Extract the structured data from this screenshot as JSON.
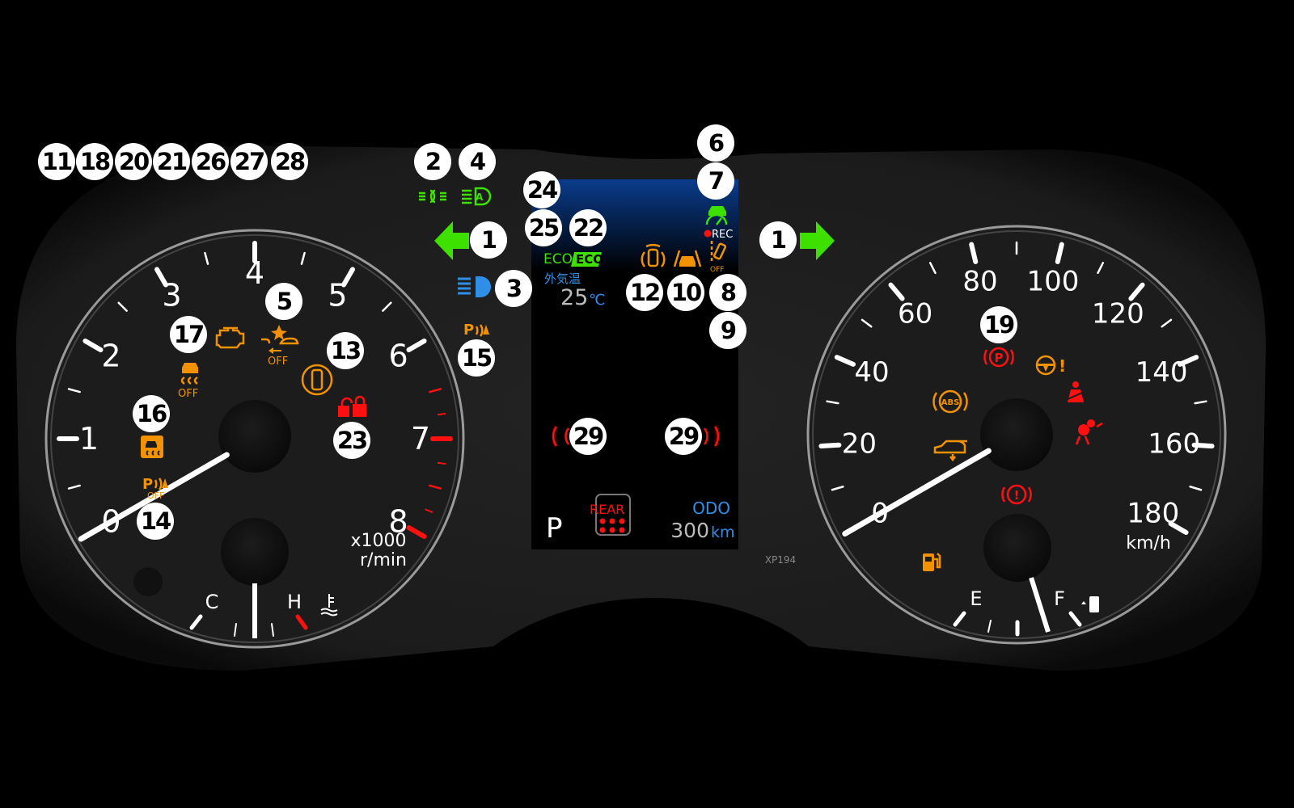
{
  "tachometer": {
    "labels": [
      "0",
      "1",
      "2",
      "3",
      "4",
      "5",
      "6",
      "7",
      "8"
    ],
    "multiplier": "x1000",
    "unit": "r/min",
    "needle_value": 0,
    "redline_start": 6.5
  },
  "speedometer": {
    "labels": [
      "0",
      "20",
      "40",
      "60",
      "80",
      "100",
      "120",
      "140",
      "160",
      "180"
    ],
    "unit": "km/h",
    "needle_value": 0
  },
  "temp_gauge": {
    "cold": "C",
    "hot": "H"
  },
  "fuel_gauge": {
    "empty": "E",
    "full": "F"
  },
  "display": {
    "eco_text": "ECO",
    "eco_badge": "ECO",
    "outside_temp_label": "外気温",
    "outside_temp_value": "25",
    "temp_unit": "℃",
    "rec": "REC",
    "shift": "P",
    "rear": "REAR",
    "odo_label": "ODO",
    "odo_value": "300",
    "odo_unit": "km"
  },
  "indicators": {
    "precollision_off": "OFF",
    "vsc_off": "OFF",
    "park_assist_off": "OFF",
    "lane_off": "OFF",
    "abs": "ABS",
    "parking_brake": "P",
    "steering_warning": "!",
    "brake_warning": "!",
    "park_sonar": "P",
    "park_sonar_off": "P"
  },
  "model_code": "XP194",
  "callouts": [
    "11",
    "18",
    "20",
    "21",
    "26",
    "27",
    "28",
    "2",
    "4",
    "6",
    "7",
    "24",
    "25",
    "22",
    "1",
    "1",
    "3",
    "5",
    "12",
    "10",
    "8",
    "9",
    "17",
    "13",
    "15",
    "19",
    "16",
    "23",
    "29",
    "29",
    "14"
  ],
  "colors": {
    "green": "#3ee000",
    "orange": "#f39200",
    "red": "#ff1010",
    "blue": "#2f8fe8",
    "background": "#000000"
  }
}
